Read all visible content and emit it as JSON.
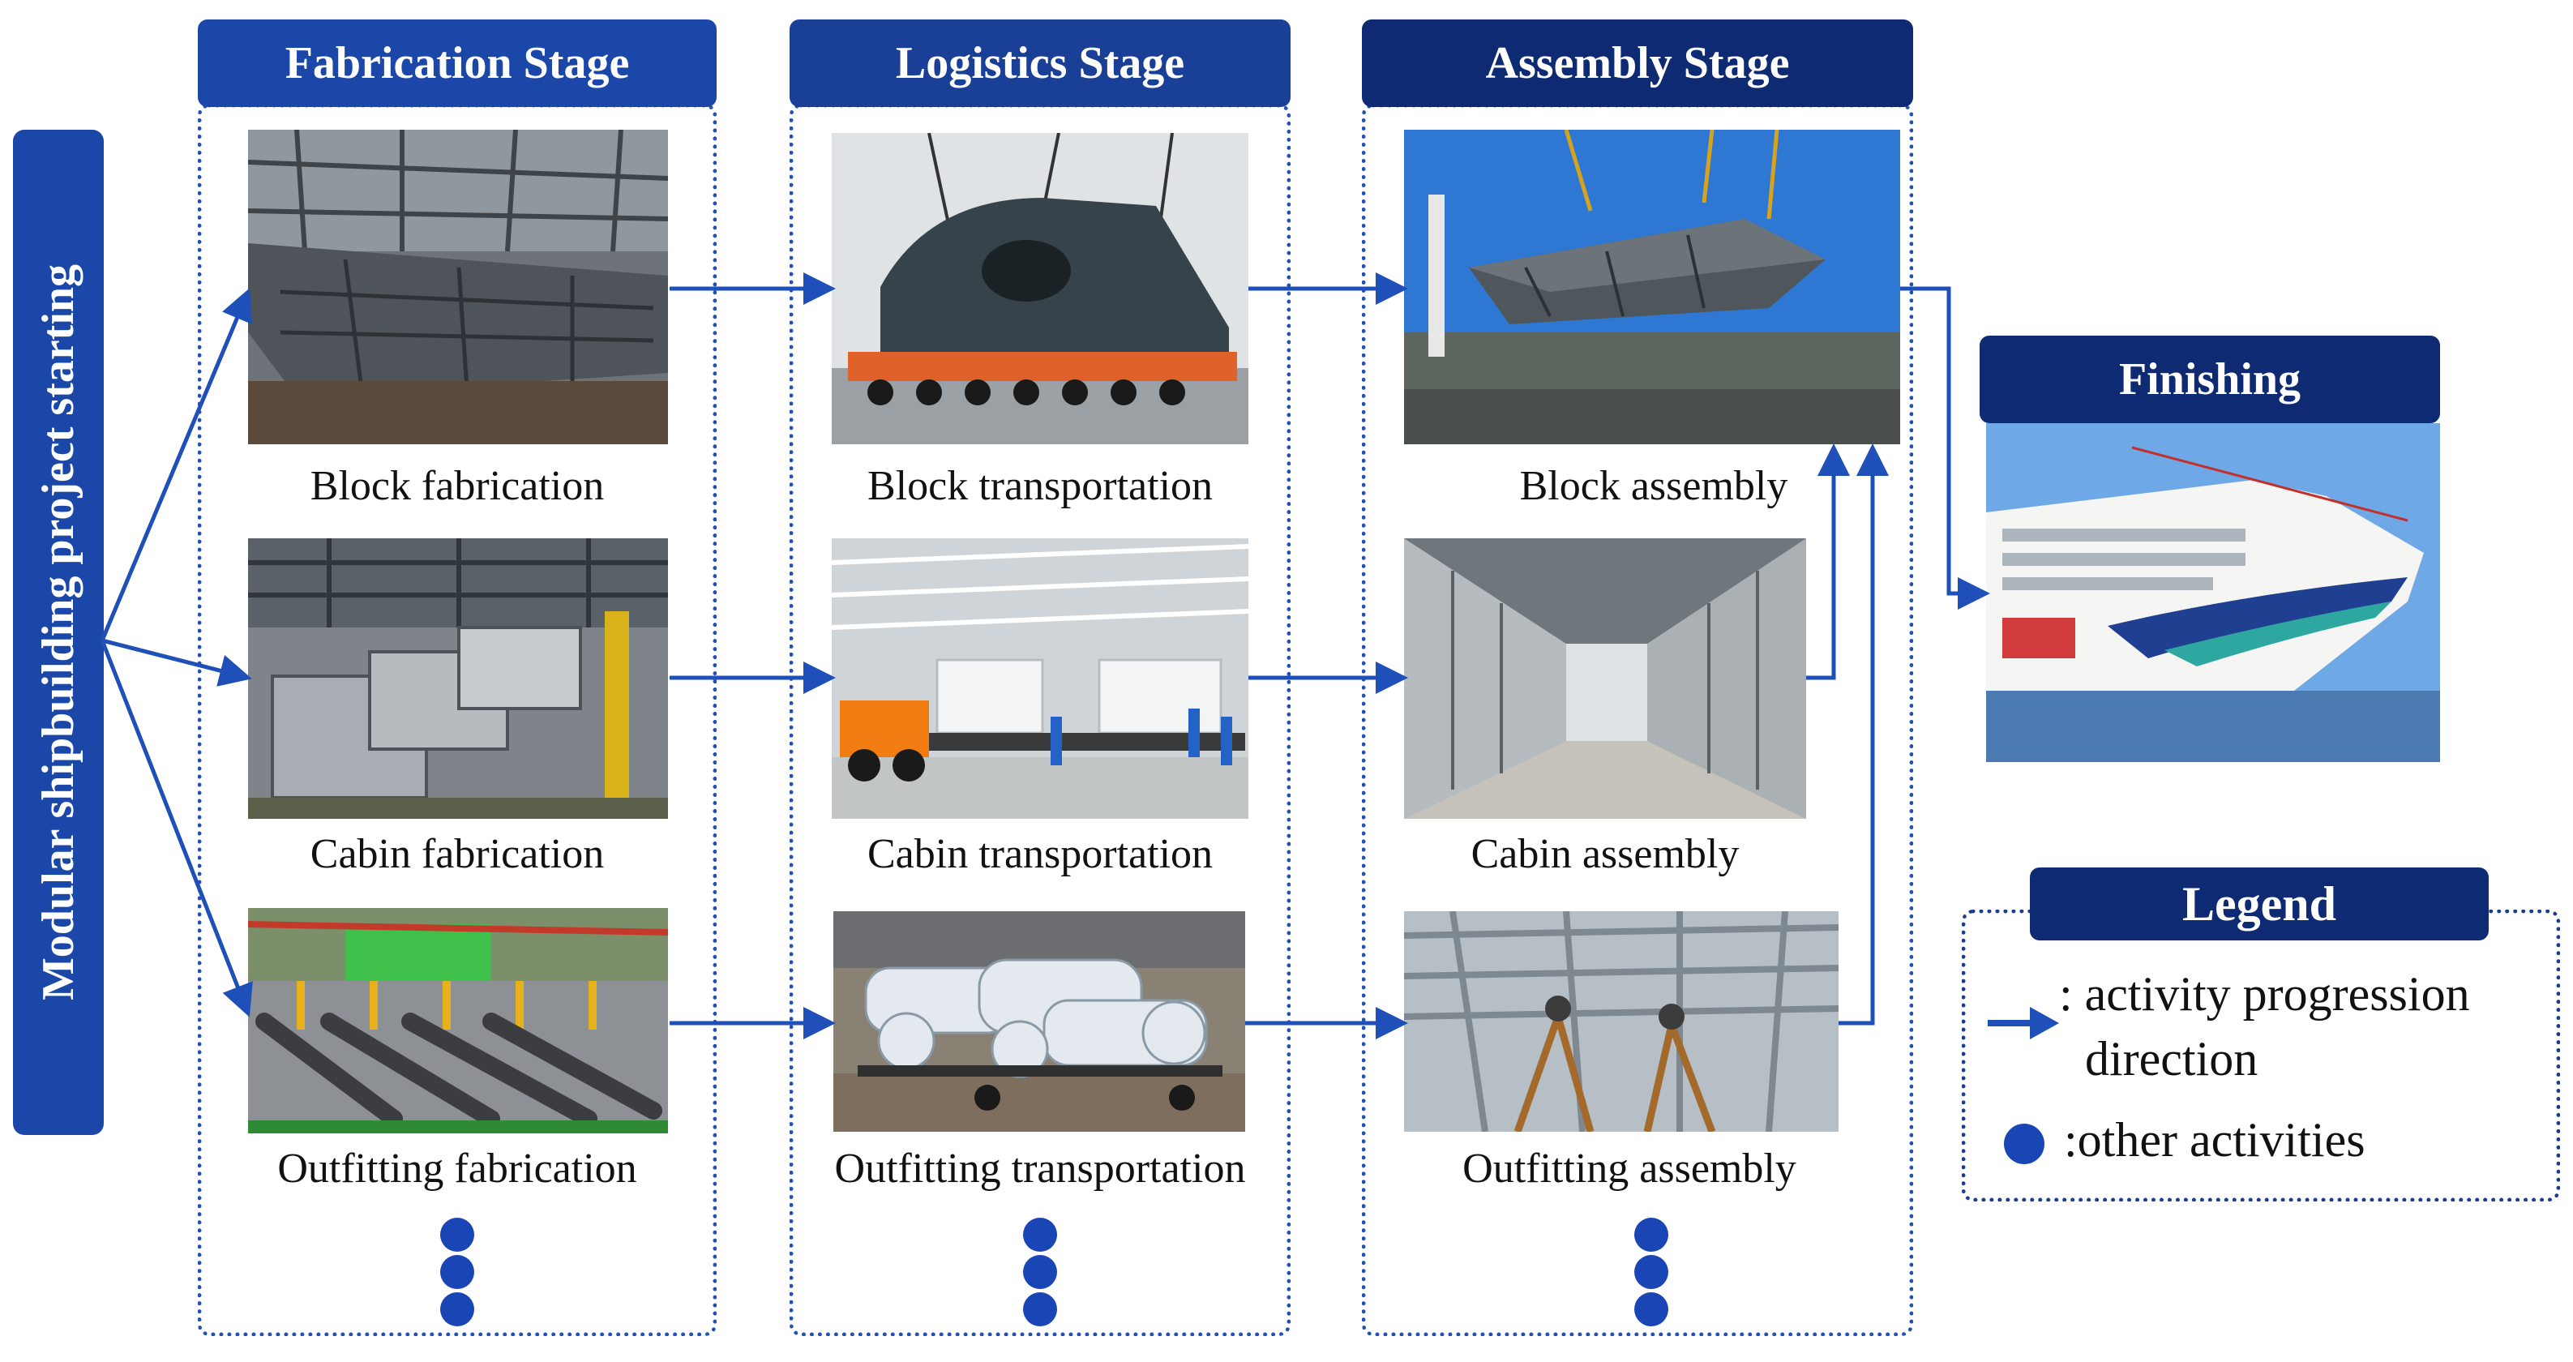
{
  "start_label": "Modular shipbuilding project starting",
  "stages": [
    {
      "title": "Fabrication Stage",
      "activities": [
        "Block fabrication",
        "Cabin fabrication",
        "Outfitting fabrication"
      ]
    },
    {
      "title": "Logistics Stage",
      "activities": [
        "Block transportation",
        "Cabin transportation",
        "Outfitting transportation"
      ]
    },
    {
      "title": "Assembly Stage",
      "activities": [
        "Block assembly",
        "Cabin assembly",
        "Outfitting assembly"
      ]
    }
  ],
  "finishing_title": "Finishing",
  "legend": {
    "title": "Legend",
    "arrow_text_1": ": activity progression",
    "arrow_text_2": "direction",
    "dot_text": ":other activities"
  },
  "colors": {
    "stage_head_1": "#1b47a8",
    "stage_head_2": "#1a3f96",
    "stage_head_3": "#0d2a73",
    "arrow": "#1f4fb8",
    "dot": "#1a45b4"
  }
}
